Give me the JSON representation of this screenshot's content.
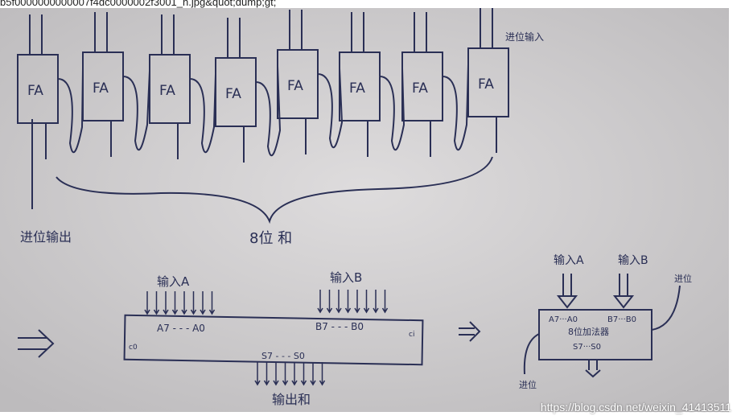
{
  "url_fragment": "b5f0000000000007f4dc0000002f3001_n.jpg&quot;dump;gt;",
  "diagram": {
    "fa_label": "FA",
    "fa_count": 8,
    "carry_in_top": "进位输入",
    "carry_out": "进位输出",
    "sum_label": "8位 和",
    "implies": "⇒",
    "wide": {
      "input_a": "输入A",
      "input_b": "输入B",
      "a_bits": "A7 - - - A0",
      "b_bits": "B7 - - - B0",
      "s_bits": "S7 - - - S0",
      "output": "输出和",
      "cout": "c0",
      "cin": "ci"
    },
    "block": {
      "input_a": "输入A",
      "input_b": "输入B",
      "a_bits": "A7···A0",
      "b_bits": "B7···B0",
      "name": "8位加法器",
      "s_bits": "S7···S0",
      "carry_in": "进位",
      "carry_out": "进位"
    }
  },
  "watermark": "https://blog.csdn.net/weixin_41413511",
  "colors": {
    "paper": "#d6d4d5",
    "ink": "#2a2f55"
  }
}
